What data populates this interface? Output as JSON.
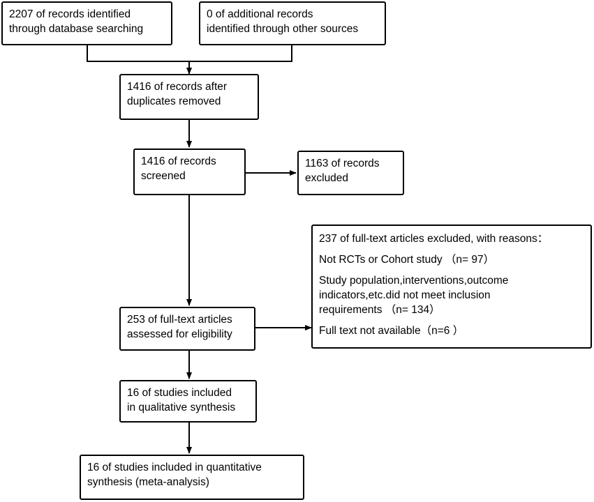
{
  "boxes": {
    "identified_db": [
      "2207 of records identified",
      "through database searching"
    ],
    "identified_other": [
      "0 of additional records",
      "identified through other sources"
    ],
    "after_duplicates": [
      "1416 of records after",
      "duplicates removed"
    ],
    "screened": [
      "1416 of records",
      "screened"
    ],
    "excluded": [
      "1163 of records",
      "excluded"
    ],
    "fulltext_assessed": [
      "253 of full-text articles",
      "assessed for eligibility"
    ],
    "fulltext_excluded": [
      "237 of full-text articles excluded, with reasons：",
      "Not RCTs or Cohort study （n= 97）",
      "Study population,interventions,outcome\nindicators,etc.did not meet inclusion\nrequirements （n= 134）",
      "Full text not available（n=6 ）"
    ],
    "qualitative": [
      "16 of studies included",
      "in qualitative synthesis"
    ],
    "quantitative": [
      "16 of studies included in quantitative",
      "synthesis (meta-analysis)"
    ]
  }
}
